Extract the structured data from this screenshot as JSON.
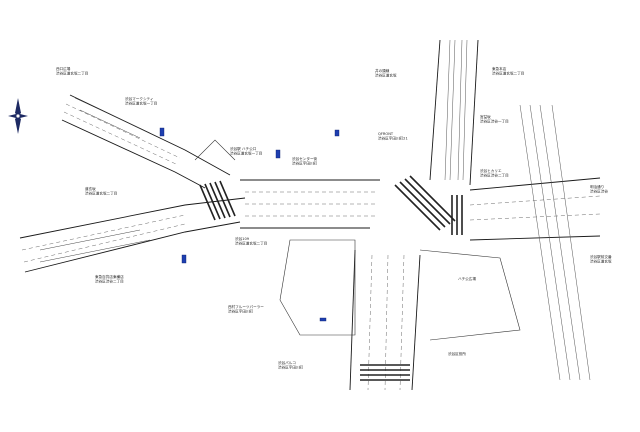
{
  "labels": [
    {
      "id": "l1",
      "text": "西口広場\n渋谷区道玄坂二丁目"
    },
    {
      "id": "l2",
      "text": "渋谷マークシティ\n渋谷区道玄坂一丁目"
    },
    {
      "id": "l3",
      "text": "道玄坂\n渋谷区道玄坂二丁目"
    },
    {
      "id": "l4",
      "text": "渋谷駅 ハチ公口\n渋谷区道玄坂一丁目"
    },
    {
      "id": "l5",
      "text": "QFRONT\n渋谷区宇田川町21"
    },
    {
      "id": "l6",
      "text": "渋谷センター街\n渋谷区宇田川町"
    },
    {
      "id": "l7",
      "text": "井の頭線\n渋谷区道玄坂"
    },
    {
      "id": "l8",
      "text": "ハチ公広場"
    },
    {
      "id": "l9",
      "text": "東急本店\n渋谷区道玄坂二丁目"
    },
    {
      "id": "l10",
      "text": "宮益坂\n渋谷区渋谷一丁目"
    },
    {
      "id": "l11",
      "text": "渋谷ヒカリエ\n渋谷区渋谷二丁目"
    },
    {
      "id": "l12",
      "text": "明治通り\n渋谷区渋谷"
    },
    {
      "id": "l13",
      "text": "渋谷駅前交番\n渋谷区道玄坂"
    },
    {
      "id": "l14",
      "text": "渋谷109\n渋谷区道玄坂二丁目"
    },
    {
      "id": "l15",
      "text": "東急百貨店東横店\n渋谷区渋谷二丁目"
    },
    {
      "id": "l16",
      "text": "西村フルーツパーラー\n渋谷区宇田川町"
    },
    {
      "id": "l17",
      "text": "渋谷パルコ\n渋谷区宇田川町"
    },
    {
      "id": "l18",
      "text": "渋谷区役所"
    }
  ],
  "north_arrow": {
    "icon": "compass-rose-icon",
    "color": "#1e2a63"
  },
  "accent_color": "#1e3fb0"
}
